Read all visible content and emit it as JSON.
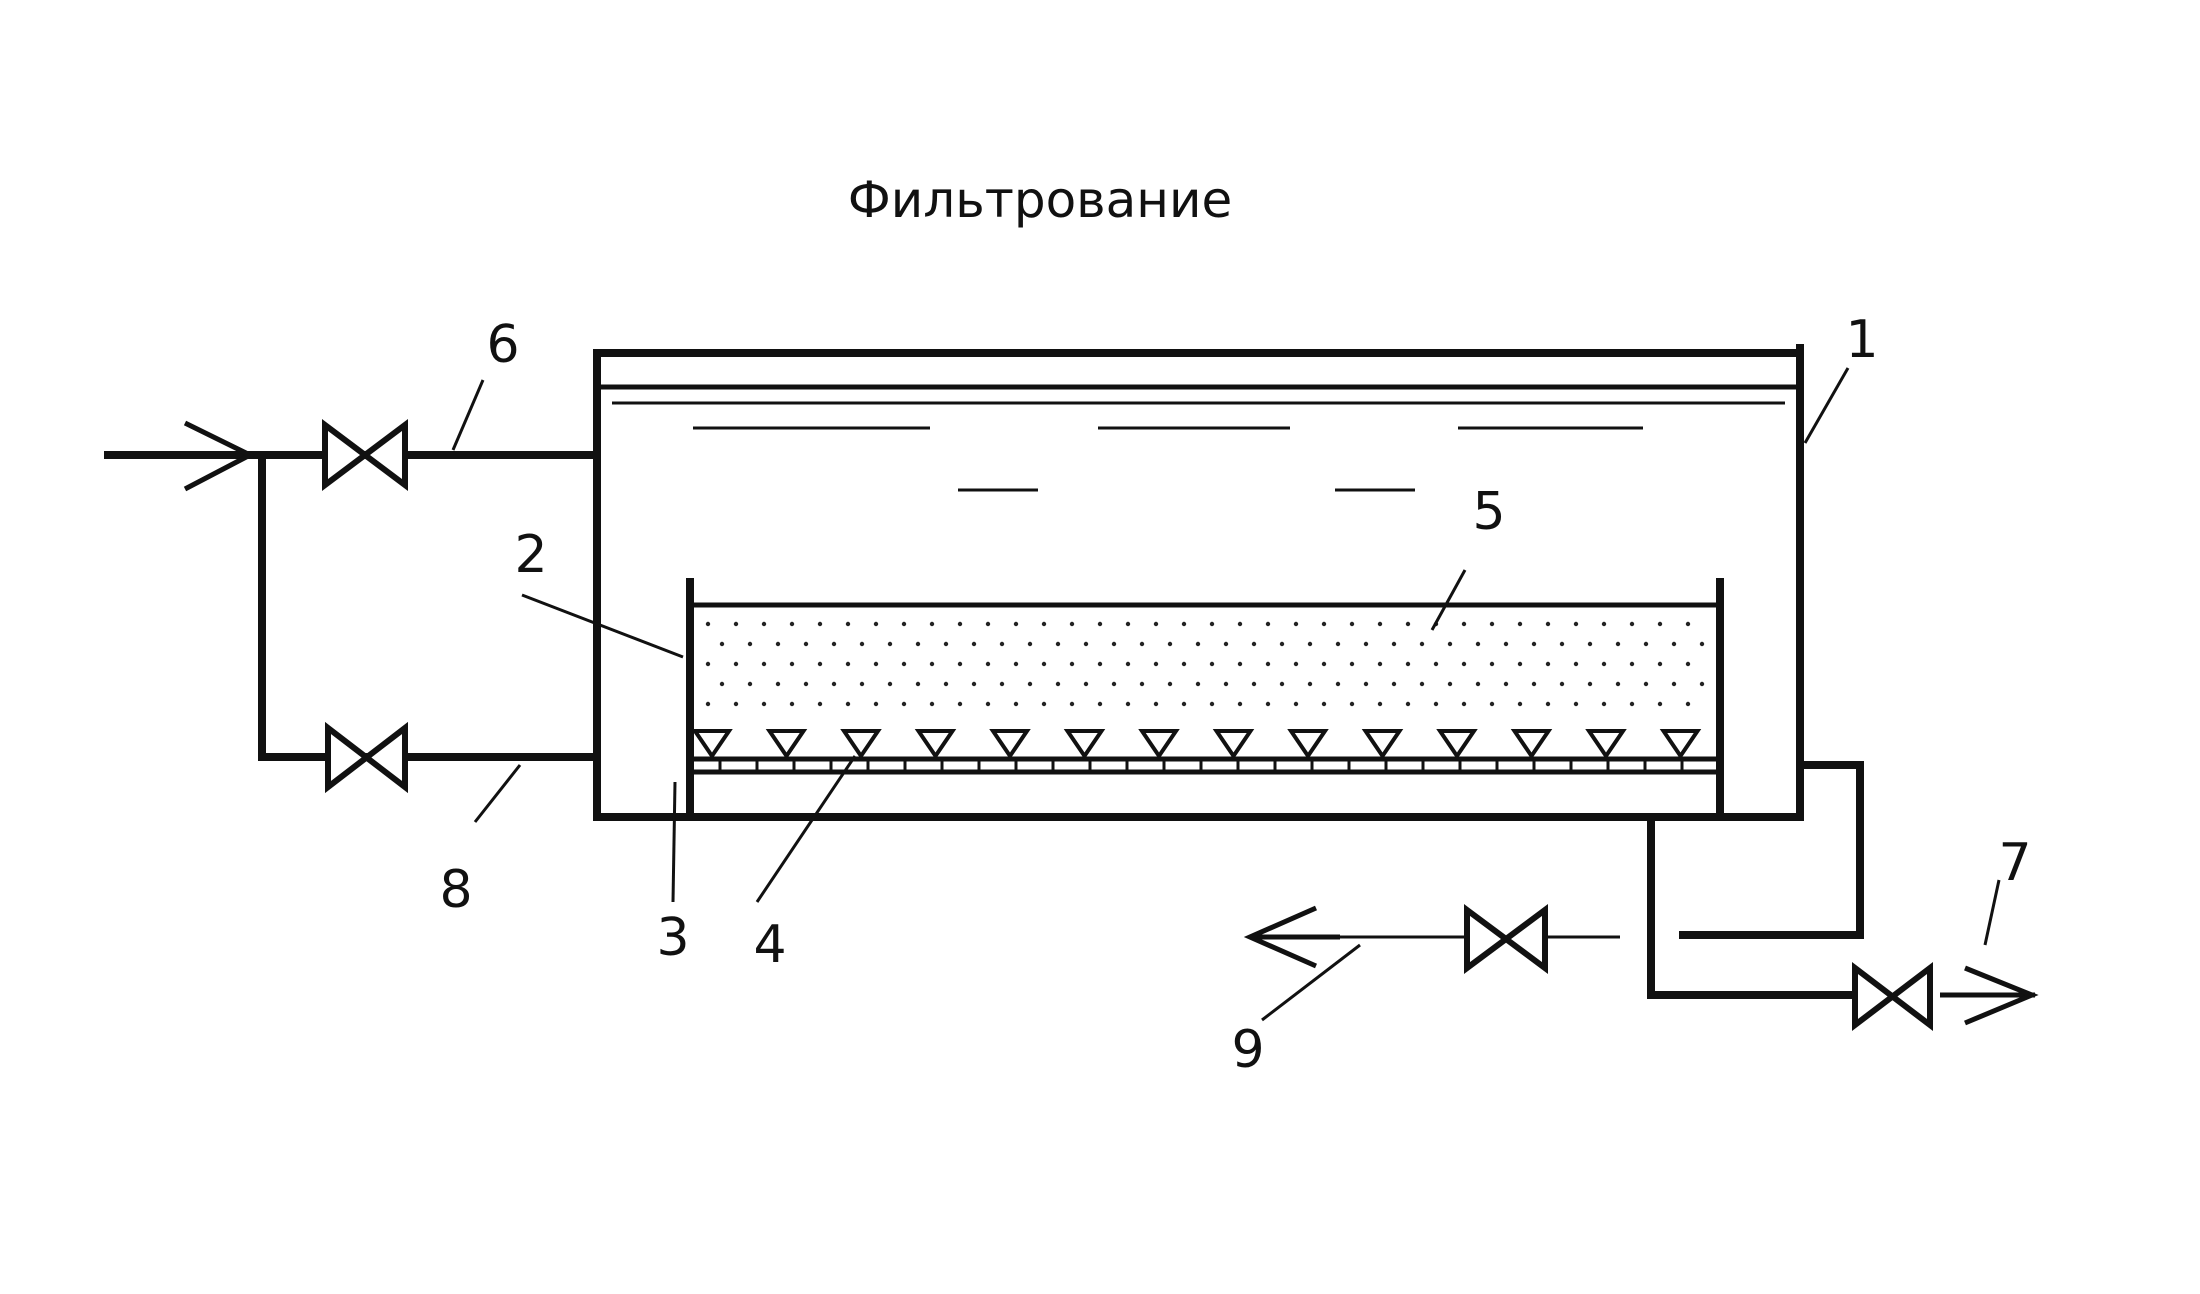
{
  "title": "Фильтрование",
  "labels": {
    "l1": "1",
    "l2": "2",
    "l3": "3",
    "l4": "4",
    "l5": "5",
    "l6": "6",
    "l7": "7",
    "l8": "8",
    "l9": "9"
  },
  "colors": {
    "ink": "#111111",
    "background": "#ffffff"
  }
}
